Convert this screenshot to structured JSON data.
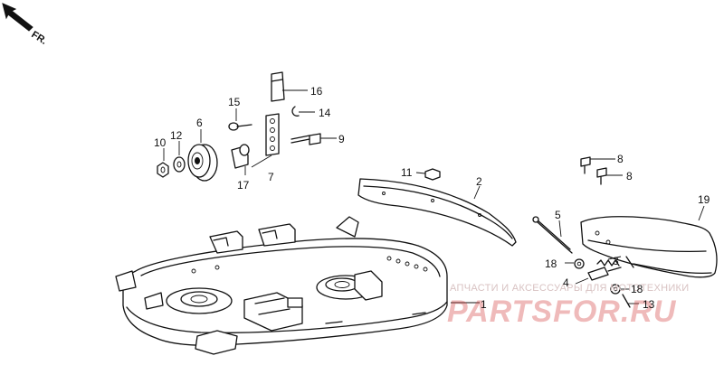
{
  "direction_arrow": {
    "label": "FR."
  },
  "callouts": [
    {
      "id": "c1",
      "text": "1"
    },
    {
      "id": "c2",
      "text": "2"
    },
    {
      "id": "c3",
      "text": "3"
    },
    {
      "id": "c4",
      "text": "4"
    },
    {
      "id": "c5",
      "text": "5"
    },
    {
      "id": "c6",
      "text": "6"
    },
    {
      "id": "c7",
      "text": "7"
    },
    {
      "id": "c8a",
      "text": "8"
    },
    {
      "id": "c8b",
      "text": "8"
    },
    {
      "id": "c9",
      "text": "9"
    },
    {
      "id": "c10",
      "text": "10"
    },
    {
      "id": "c11",
      "text": "11"
    },
    {
      "id": "c12",
      "text": "12"
    },
    {
      "id": "c13",
      "text": "13"
    },
    {
      "id": "c14",
      "text": "14"
    },
    {
      "id": "c15",
      "text": "15"
    },
    {
      "id": "c16",
      "text": "16"
    },
    {
      "id": "c17",
      "text": "17"
    },
    {
      "id": "c18a",
      "text": "18"
    },
    {
      "id": "c18b",
      "text": "18"
    },
    {
      "id": "c19",
      "text": "19"
    }
  ],
  "watermark": {
    "tagline": "АПЧАСТИ И АКСЕССУАРЫ ДЛЯ МОТОТЕХНИКИ",
    "logo": "PARTSFOR.RU",
    "logo_color": "#d03a3a"
  }
}
